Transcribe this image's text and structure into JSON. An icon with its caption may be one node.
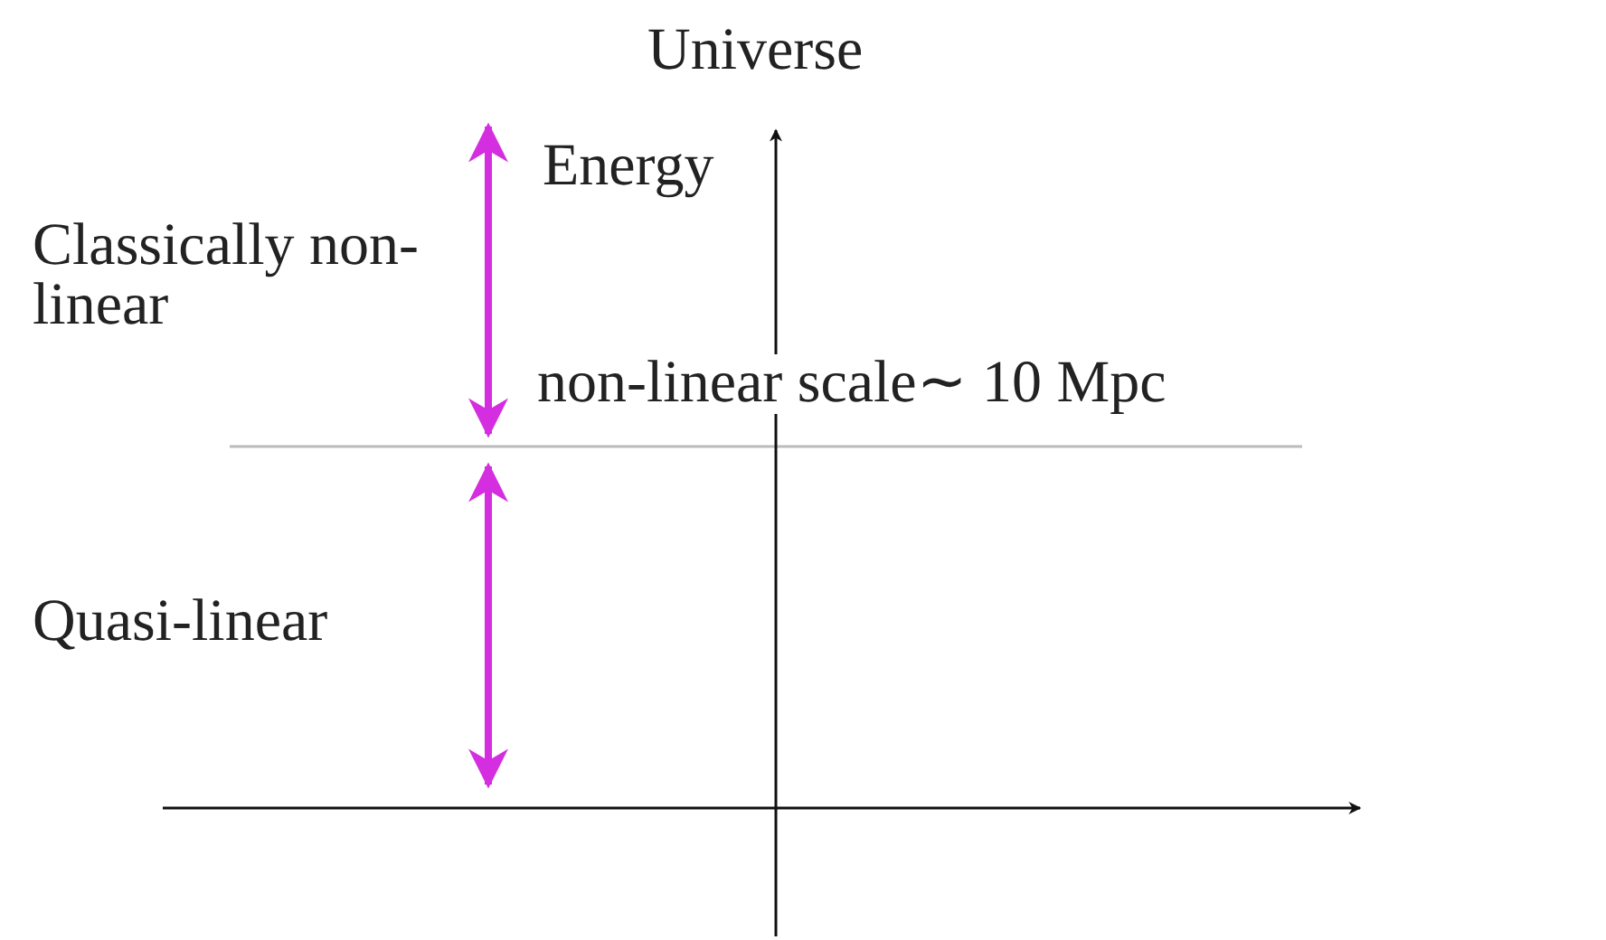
{
  "diagram": {
    "labels": [
      "Universe",
      "Energy",
      "Classically non-linear",
      "non-linear scale∼ 10 Mpc",
      "Quasi-linear"
    ]
  }
}
